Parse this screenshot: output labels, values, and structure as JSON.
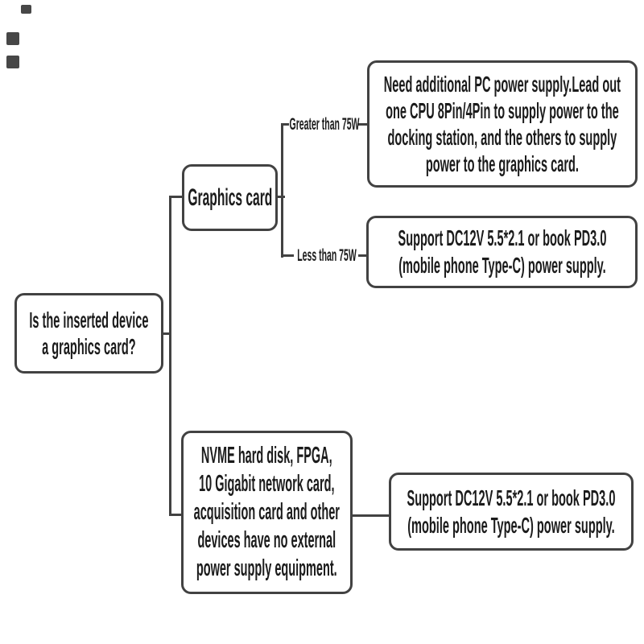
{
  "colors": {
    "background": "#ffffff",
    "line": "#424242",
    "text": "#1b1b1b",
    "box_background": "#ffffff"
  },
  "nodes": {
    "question": {
      "lines": [
        "Is the inserted device",
        "a graphics card?"
      ]
    },
    "graphics_card": {
      "lines": [
        "Graphics card"
      ]
    },
    "need_power": {
      "lines": [
        "Need additional PC power supply.Lead out",
        "one CPU 8Pin/4Pin to supply power to the",
        "docking station, and the others to supply",
        "power to the graphics card."
      ]
    },
    "support_pd_top": {
      "lines": [
        "Support DC12V 5.5*2.1 or book PD3.0",
        "(mobile phone Type-C) power supply."
      ]
    },
    "nvme": {
      "lines": [
        "NVME hard disk, FPGA,",
        "10 Gigabit network card,",
        "acquisition card and other",
        "devices have no external",
        "power supply equipment."
      ]
    },
    "support_pd_bottom": {
      "lines": [
        "Support DC12V 5.5*2.1 or book PD3.0",
        "(mobile phone Type-C) power supply."
      ]
    }
  },
  "edges": {
    "greater": {
      "label": "Greater than 75W"
    },
    "less": {
      "label": "Less than 75W"
    }
  }
}
